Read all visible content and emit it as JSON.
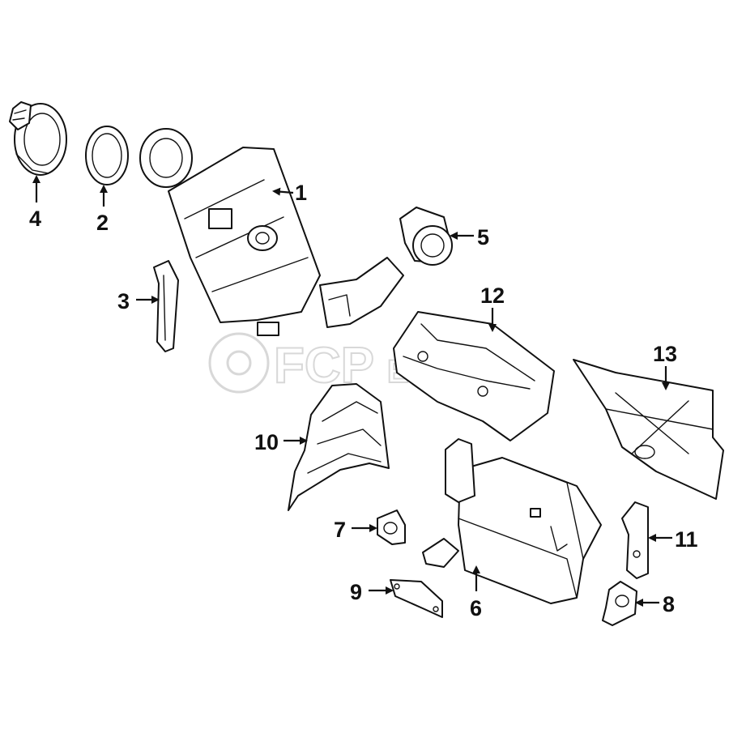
{
  "watermark": {
    "brand": "FCP",
    "suffix": "EURO"
  },
  "callouts": [
    {
      "id": "1",
      "label": "1"
    },
    {
      "id": "2",
      "label": "2"
    },
    {
      "id": "3",
      "label": "3"
    },
    {
      "id": "4",
      "label": "4"
    },
    {
      "id": "5",
      "label": "5"
    },
    {
      "id": "6",
      "label": "6"
    },
    {
      "id": "7",
      "label": "7"
    },
    {
      "id": "8",
      "label": "8"
    },
    {
      "id": "9",
      "label": "9"
    },
    {
      "id": "10",
      "label": "10"
    },
    {
      "id": "11",
      "label": "11"
    },
    {
      "id": "12",
      "label": "12"
    },
    {
      "id": "13",
      "label": "13"
    }
  ],
  "colors": {
    "line": "#111111",
    "watermark": "#d8d8d8",
    "background": "#ffffff"
  }
}
